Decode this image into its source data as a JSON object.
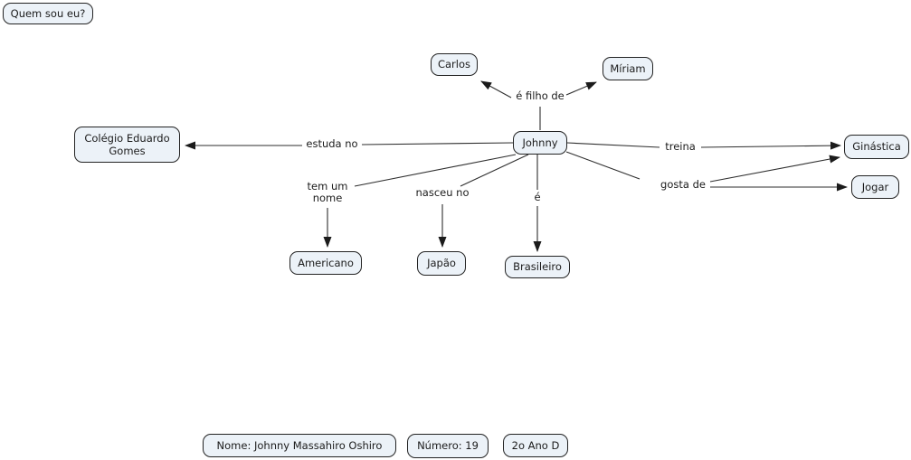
{
  "map_title": "Quem sou eu?",
  "nodes": {
    "quem_sou_eu": "Quem sou eu?",
    "carlos": "Carlos",
    "miriam": "Míriam",
    "johnny": "Johnny",
    "colegio": "Colégio Eduardo Gomes",
    "ginastica": "Ginástica",
    "jogar": "Jogar",
    "americano": "Americano",
    "japao": "Japão",
    "brasileiro": "Brasileiro",
    "nome": "Nome: Johnny Massahiro Oshiro",
    "numero": "Número: 19",
    "turma": "2o Ano D"
  },
  "edge_labels": {
    "e_filho_de": "é filho de",
    "estuda_no": "estuda no",
    "treina": "treina",
    "gosta_de": "gosta de",
    "tem_um_nome": "tem um nome",
    "nasceu_no": "nasceu no",
    "e": "é"
  },
  "relations": [
    "Johnny é filho de Carlos",
    "Johnny é filho de Míriam",
    "Johnny estuda no Colégio Eduardo Gomes",
    "Johnny treina Ginástica",
    "Johnny gosta de Ginástica",
    "Johnny gosta de Jogar",
    "Johnny tem um nome Americano",
    "Johnny nasceu no Japão",
    "Johnny é Brasileiro"
  ],
  "colors": {
    "node_fill": "#ecf2f8",
    "node_border": "#232323",
    "line": "#2e2e2e",
    "background": "#ffffff",
    "text": "#1b1b1b"
  }
}
